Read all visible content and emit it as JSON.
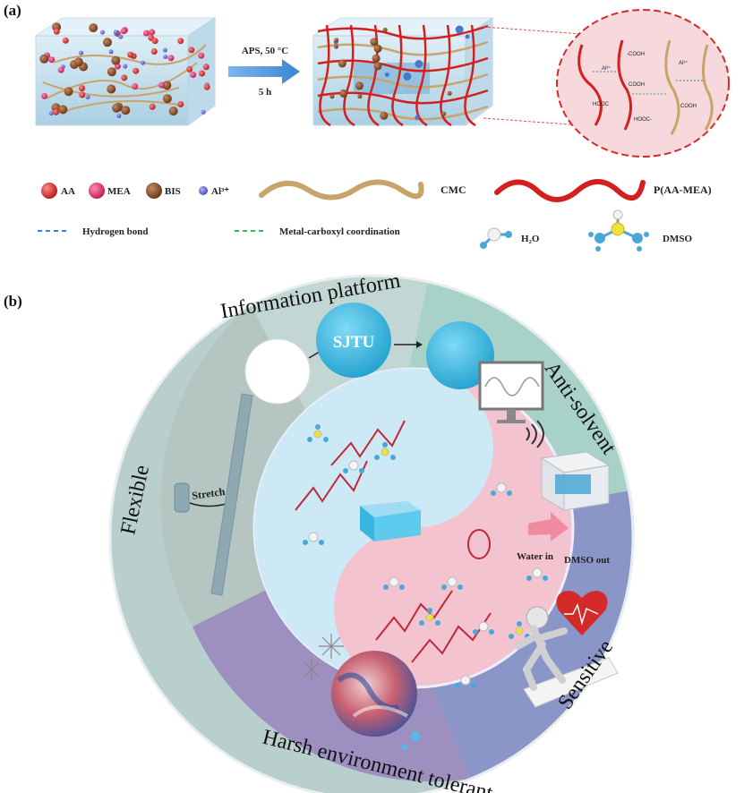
{
  "panel_a": {
    "label": "(a)",
    "reaction": {
      "line1": "APS, 50 °C",
      "line2": "5 h"
    },
    "zoom_labels": {
      "cooh": "-COOH",
      "cooh2": "COOH",
      "hooc": "HOOC",
      "al": "Al³⁺",
      "hooc2": "HOOC-"
    },
    "legend": {
      "aa": "AA",
      "mea": "MEA",
      "bis": "BIS",
      "al3": "Al³⁺",
      "cmc": "CMC",
      "paa": "P(AA-MEA)",
      "hbond": "Hydrogen bond",
      "metal": "Metal-carboxyl coordination",
      "h2o": "H₂O",
      "dmso": "DMSO"
    }
  },
  "panel_b": {
    "label": "(b)",
    "ring_labels": {
      "top": "Information platform",
      "right": "Anti-solvent",
      "left": "Flexible",
      "bottom_right": "Sensitive",
      "bottom": "Harsh environment tolerant"
    },
    "sjtu": "SJTU",
    "stretch": "Stretch",
    "water_in": "Water in",
    "dmso_out": "DMSO out"
  },
  "colors": {
    "aa": "#d42a2a",
    "mea": "#e0306a",
    "bis": "#8a4a26",
    "al": "#6f6fd8",
    "cmc": "#c8a46a",
    "paa": "#d41f1f",
    "hbond": "#3a7fd8",
    "metal": "#38b858",
    "ring_top": "#b9cfcd",
    "ring_right": "#a8d2c8",
    "ring_bottom_right": "#8a95c8",
    "ring_bottom": "#9d8fc0",
    "ring_left": "#b5c6c2",
    "inner_blue": "#cde9f5",
    "inner_pink": "#f3c3cf",
    "disk_blue": "#2ab6e0"
  }
}
